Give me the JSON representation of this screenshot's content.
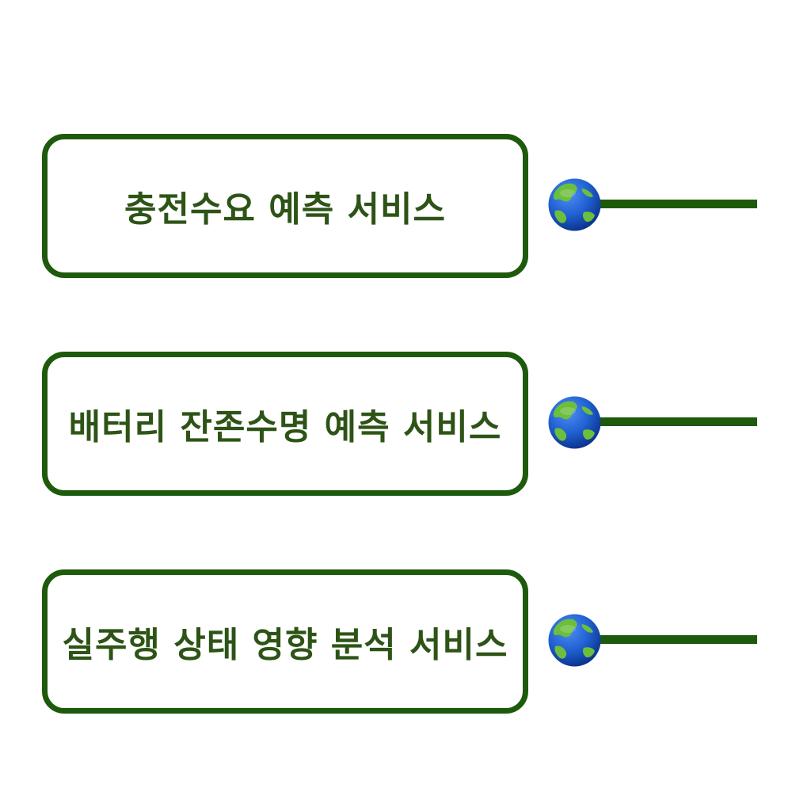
{
  "services": [
    {
      "label": "충전수요 예측 서비스",
      "icon": "globe-icon"
    },
    {
      "label": "배터리 잔존수명 예측 서비스",
      "icon": "globe-icon"
    },
    {
      "label": "실주행 상태 영향 분석 서비스",
      "icon": "globe-icon"
    }
  ],
  "colors": {
    "border": "#1e5a0c",
    "text": "#2d5416",
    "connector": "#1e5a0c",
    "globe_ocean": "#1f5fd0",
    "globe_land": "#6cbf3c"
  }
}
